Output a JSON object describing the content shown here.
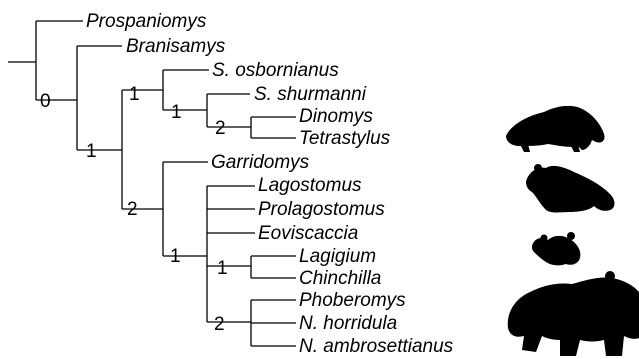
{
  "taxa": [
    "Prospaniomys",
    "Branisamys",
    "S. osbornianus",
    "S. shurmanni",
    "Dinomys",
    "Tetrastylus",
    "Garridomys",
    "Lagostomus",
    "Prolagostomus",
    "Eoviscaccia",
    "Lagigium",
    "Chinchilla",
    "Phoberomys",
    "N. horridula",
    "N. ambrosettianus"
  ],
  "node_values": [
    "0",
    "1",
    "1",
    "1",
    "2",
    "2",
    "1",
    "1",
    "2"
  ],
  "silhouettes": [
    "rodent-silhouette-icon",
    "rodent-silhouette-icon",
    "rodent-silhouette-icon",
    "rodent-silhouette-icon"
  ]
}
